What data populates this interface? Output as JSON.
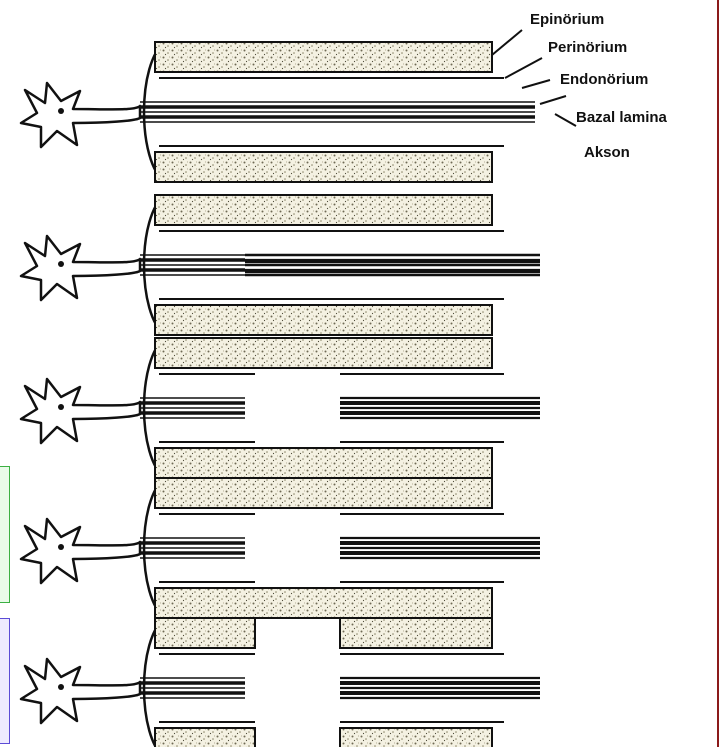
{
  "labels": {
    "epinorium": "Epinörium",
    "perinorium": "Perinörium",
    "endonorium": "Endonörium",
    "bazal_lamina": "Bazal lamina",
    "akson": "Akson"
  },
  "stages": [
    {
      "gap": false,
      "distal_fragmented": false,
      "distal_sheath_gap": false
    },
    {
      "gap": false,
      "distal_fragmented": true,
      "distal_sheath_gap": false
    },
    {
      "gap": true,
      "distal_fragmented": true,
      "distal_sheath_gap": false
    },
    {
      "gap": true,
      "distal_fragmented": true,
      "distal_sheath_gap": false
    },
    {
      "gap": true,
      "distal_fragmented": true,
      "distal_sheath_gap": true
    }
  ],
  "colors": {
    "ink": "#111111",
    "stipple": "#b5b09a",
    "frame_border": "#8b1a1a",
    "box_green": "#3cb043",
    "box_blue": "#5b4bd6"
  }
}
